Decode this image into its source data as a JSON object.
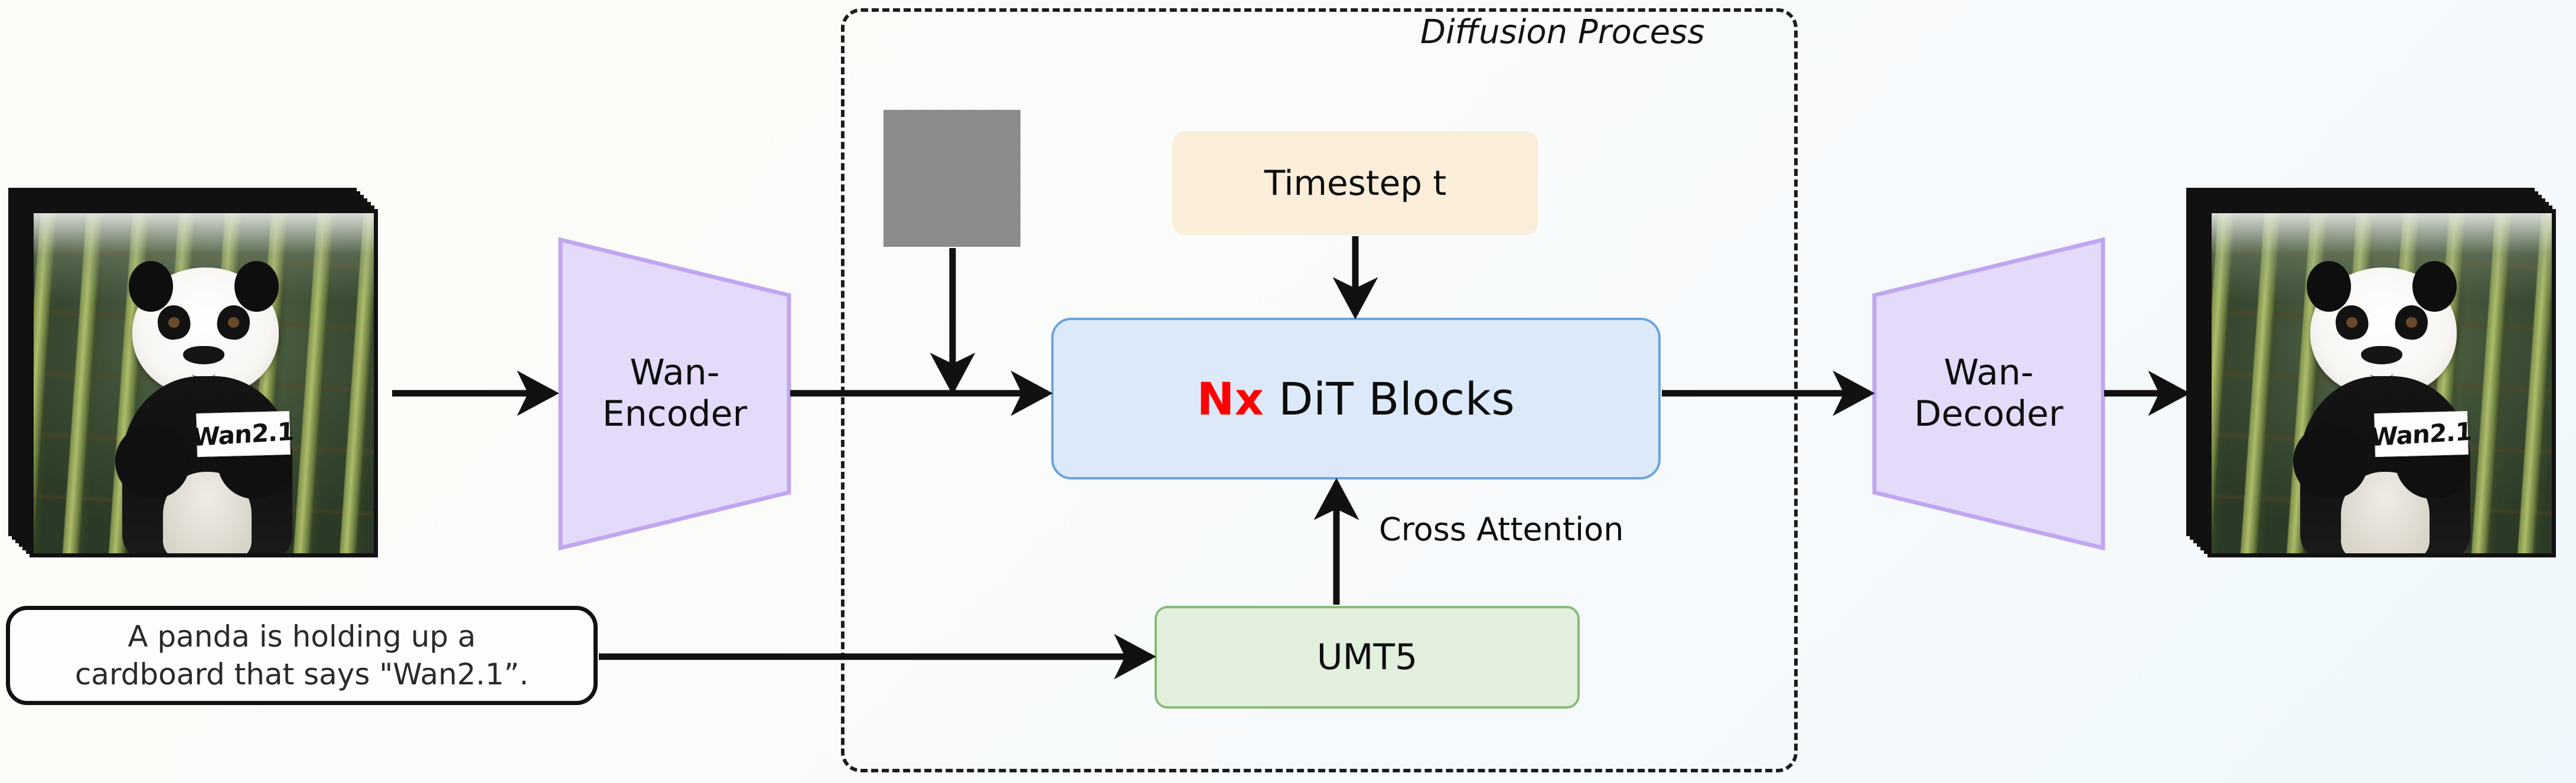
{
  "diagram": {
    "title_visible": false,
    "background_gradient": [
      "#fdfdf8",
      "#eff8fc"
    ]
  },
  "diffusion_region": {
    "label": "Diffusion Process",
    "border_style": "dash-dot",
    "border_color": "#1c1c1c"
  },
  "input_video": {
    "name": "input-video-frames",
    "sign_text": "Wan2.1",
    "frame_count": 7,
    "caption": ""
  },
  "output_video": {
    "name": "output-video-frames",
    "sign_text": "Wan2.1",
    "frame_count": 7,
    "caption": ""
  },
  "encoder": {
    "label": "Wan-\nEncoder",
    "fill": "#e4dafa",
    "stroke": "#c0a6f0"
  },
  "decoder": {
    "label": "Wan-\nDecoder",
    "fill": "#e4dafa",
    "stroke": "#c0a6f0"
  },
  "noise": {
    "name": "noise-latent-patch",
    "label": ""
  },
  "timestep": {
    "label": "Timestep t",
    "fill": "#faeedb"
  },
  "dit": {
    "prefix_n": "N",
    "prefix_times": "x",
    "label": "DiT Blocks",
    "prefix_color": "#ff0000",
    "fill": "#dce9f8",
    "stroke": "#6ba3dd"
  },
  "text_encoder": {
    "label": "UMT5",
    "fill": "#e2efdd",
    "stroke": "#88bb77"
  },
  "prompt": {
    "label": "A panda is holding up a\ncardboard that says \"Wan2.1”."
  },
  "edges": [
    {
      "name": "edge-cross-attention",
      "label": "Cross Attention"
    }
  ]
}
